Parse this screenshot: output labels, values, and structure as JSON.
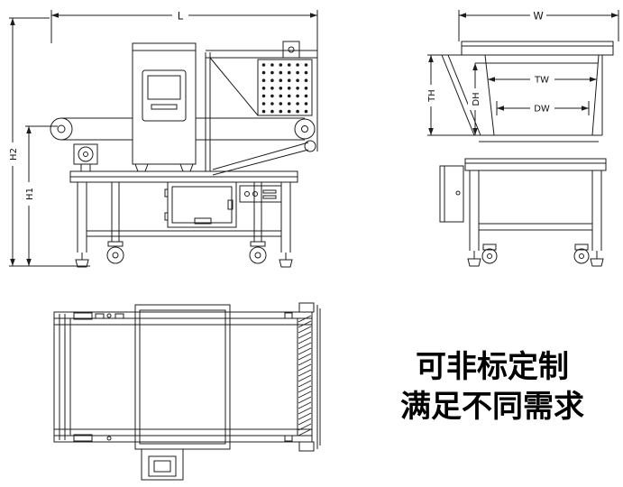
{
  "page": {
    "background_color": "#ffffff",
    "line_color": "#1c1c1c",
    "text_color": "#000000"
  },
  "diagram": {
    "dimensions": {
      "L": "L",
      "W": "W",
      "H1": "H1",
      "H2": "H2",
      "TH": "TH",
      "DH": "DH",
      "TW": "TW",
      "DW": "DW"
    },
    "caption": {
      "line1": "可非标定制",
      "line2": "满足不同需求"
    }
  }
}
